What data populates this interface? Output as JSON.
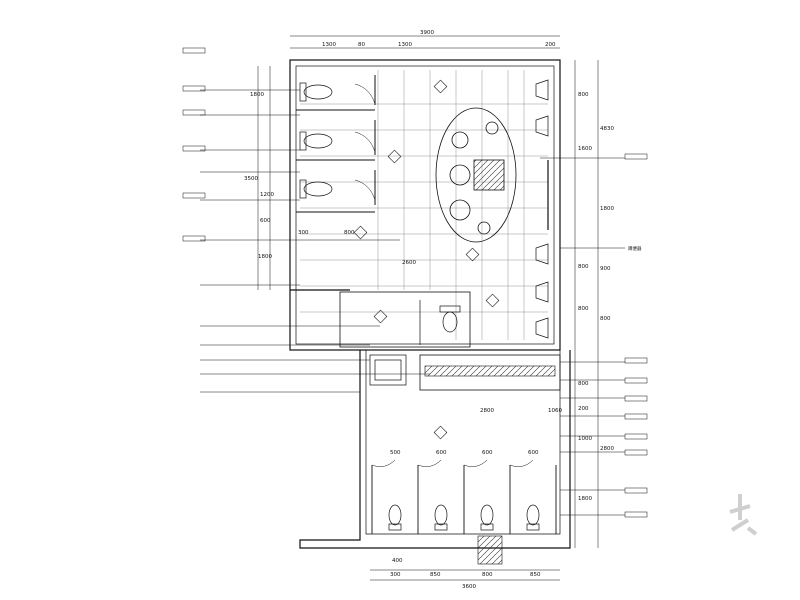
{
  "plan": {
    "top_dims": [
      "3900",
      "1300",
      "80",
      "1300",
      "200"
    ],
    "bottom_dims": [
      "400",
      "300",
      "850",
      "800",
      "850",
      "3600"
    ],
    "right_dims_outer": [
      "4830",
      "1800",
      "900",
      "800",
      "2800"
    ],
    "right_dims_inner": [
      "800",
      "1600",
      "800",
      "800",
      "800",
      "200",
      "1000",
      "1800"
    ],
    "left_dims": [
      "1800",
      "3500",
      "1200",
      "600",
      "1800"
    ],
    "misc_dims": [
      "2600",
      "2800",
      "300",
      "800",
      "1060",
      "600",
      "600",
      "600",
      "500"
    ],
    "right_note": "蹲便器"
  },
  "icons": [
    "wc-toilet-icon",
    "urinal-icon",
    "washbasin-icon",
    "floor-drain-icon",
    "marble-panel-icon"
  ],
  "colors": {
    "line": "#111111",
    "watermark": "#d0d0d0"
  }
}
